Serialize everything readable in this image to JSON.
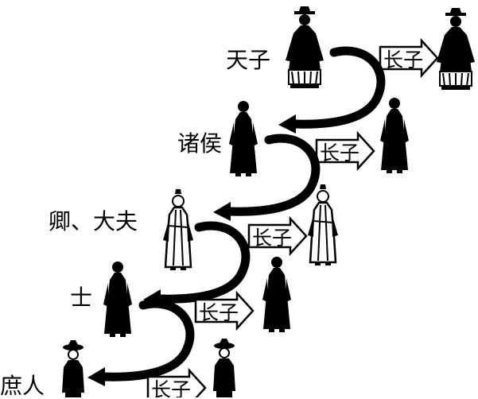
{
  "diagram": {
    "ranks": [
      {
        "id": "tianzi",
        "label": "天子",
        "successor_label": "长子"
      },
      {
        "id": "zhuhou",
        "label": "诸侯",
        "successor_label": "长子"
      },
      {
        "id": "qing_dafu",
        "label": "卿、大夫",
        "successor_label": "长子"
      },
      {
        "id": "shi",
        "label": "士",
        "successor_label": "长子"
      },
      {
        "id": "shuren",
        "label": "庶人",
        "successor_label": "长子"
      }
    ],
    "colors": {
      "ink": "#000000",
      "paper": "#ffffff",
      "robe_light": "#f2f2f2"
    }
  }
}
